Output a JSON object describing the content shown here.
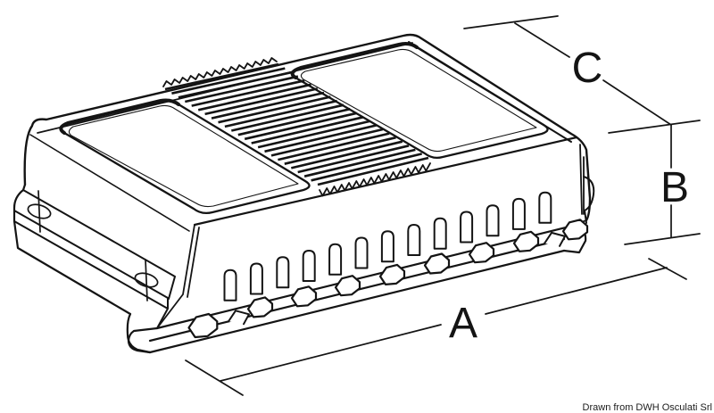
{
  "figure": {
    "type": "technical-line-drawing",
    "subject": "Finned electronic enclosure (isometric view) with mounting flanges, vent slots and terminal rail",
    "dimension_labels": {
      "length": "A",
      "height": "B",
      "depth": "C"
    },
    "credit": "Drawn from DWH Osculati Srl",
    "colors": {
      "ink": "#141414",
      "background": "#ffffff"
    },
    "counts": {
      "heatsink_ribs": 24,
      "vent_slots": 13,
      "terminal_lugs": 9,
      "flange_holes": 2,
      "rail_notches": 2,
      "zigzag_teeth_front": 15,
      "zigzag_teeth_rear": 14
    }
  }
}
